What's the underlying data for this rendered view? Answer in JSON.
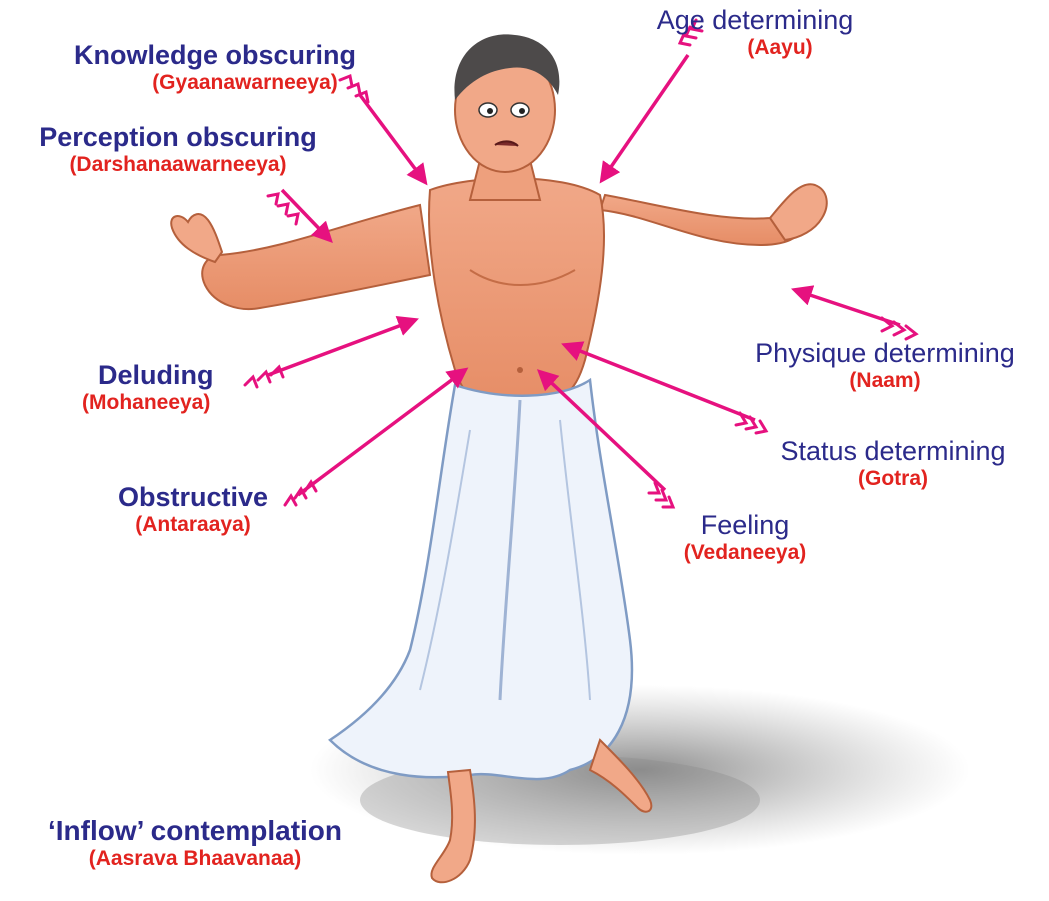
{
  "labels": {
    "knowledge": {
      "en": "Knowledge obscuring",
      "sk": "(Gyaanawarneeya)"
    },
    "perception": {
      "en": "Perception obscuring",
      "sk": "(Darshanaawarneeya)"
    },
    "deluding": {
      "en": "Deluding",
      "sk": "(Mohaneeya)"
    },
    "obstructive": {
      "en": "Obstructive",
      "sk": "(Antaraaya)"
    },
    "age": {
      "en": "Age determining",
      "sk": "(Aayu)"
    },
    "physique": {
      "en": "Physique determining",
      "sk": "(Naam)"
    },
    "status": {
      "en": "Status determining",
      "sk": "(Gotra)"
    },
    "feeling": {
      "en": "Feeling",
      "sk": "(Vedaneeya)"
    }
  },
  "title": {
    "en": "‘Inflow’ contemplation",
    "sk": "(Aasrava Bhaavanaa)"
  },
  "colors": {
    "english_label": "#2b2a8a",
    "sanskrit_label": "#e2231f",
    "arrow": "#e6117f",
    "skin": "#ec9872",
    "dhoti": "#eef3fb"
  }
}
